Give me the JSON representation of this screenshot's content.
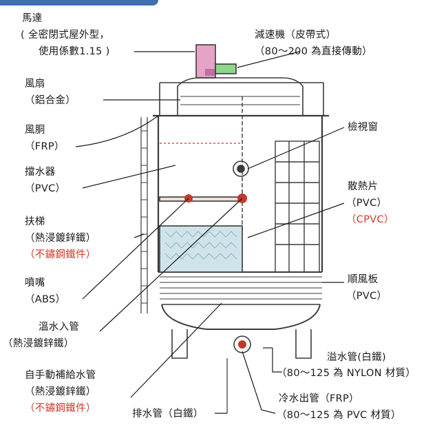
{
  "colors": {
    "line": "#3a3a3a",
    "red_text": "#d23a2a",
    "fill_media": "#cfe3ea",
    "motor": "#e6a3c8",
    "reducer": "#8fd48f",
    "header_bar": "#3f6fb0",
    "flange": "#c0392b"
  },
  "labels": {
    "motor_name": "馬達",
    "motor_desc_1": "( 全密閉式屋外型，",
    "motor_desc_2": "使用係數1.15 )",
    "reducer_name": "減速機（皮帶式）",
    "reducer_desc": "（80～200 為直接傳動）",
    "fan_name": "風扇",
    "fan_desc": "（鋁合金）",
    "fan_cowl_name": "風胴",
    "fan_cowl_desc": "（FRP）",
    "inspection_name": "檢視窗",
    "eliminator_name": "擋水器",
    "eliminator_desc": "（PVC）",
    "fill_name": "散熱片",
    "fill_desc": "（PVC）",
    "fill_desc_alt": "（CPVC）",
    "ladder_name": "扶梯",
    "ladder_desc": "（熱浸鍍鋅鐵）",
    "ladder_desc_alt": "（不鏽鋼鐵件）",
    "louver_name": "順風板",
    "louver_desc": "（PVC）",
    "nozzle_name": "噴嘴",
    "nozzle_desc": "（ABS）",
    "hot_inlet_name": "溫水入管",
    "hot_inlet_desc": "（熱浸鍍鋅鐵）",
    "overflow_name": "溢水管(白鐵)",
    "overflow_desc": "（80～125 為 NYLON 材質）",
    "makeup_name": "自手動補給水管",
    "makeup_desc": "（熱浸鍍鋅鐵）",
    "makeup_desc_alt": "（不鏽鋼鐵件）",
    "cold_outlet_name": "冷水出管（FRP）",
    "cold_outlet_desc": "（80～125 為 PVC 材質）",
    "drain_name": "排水管（白鐵）"
  }
}
